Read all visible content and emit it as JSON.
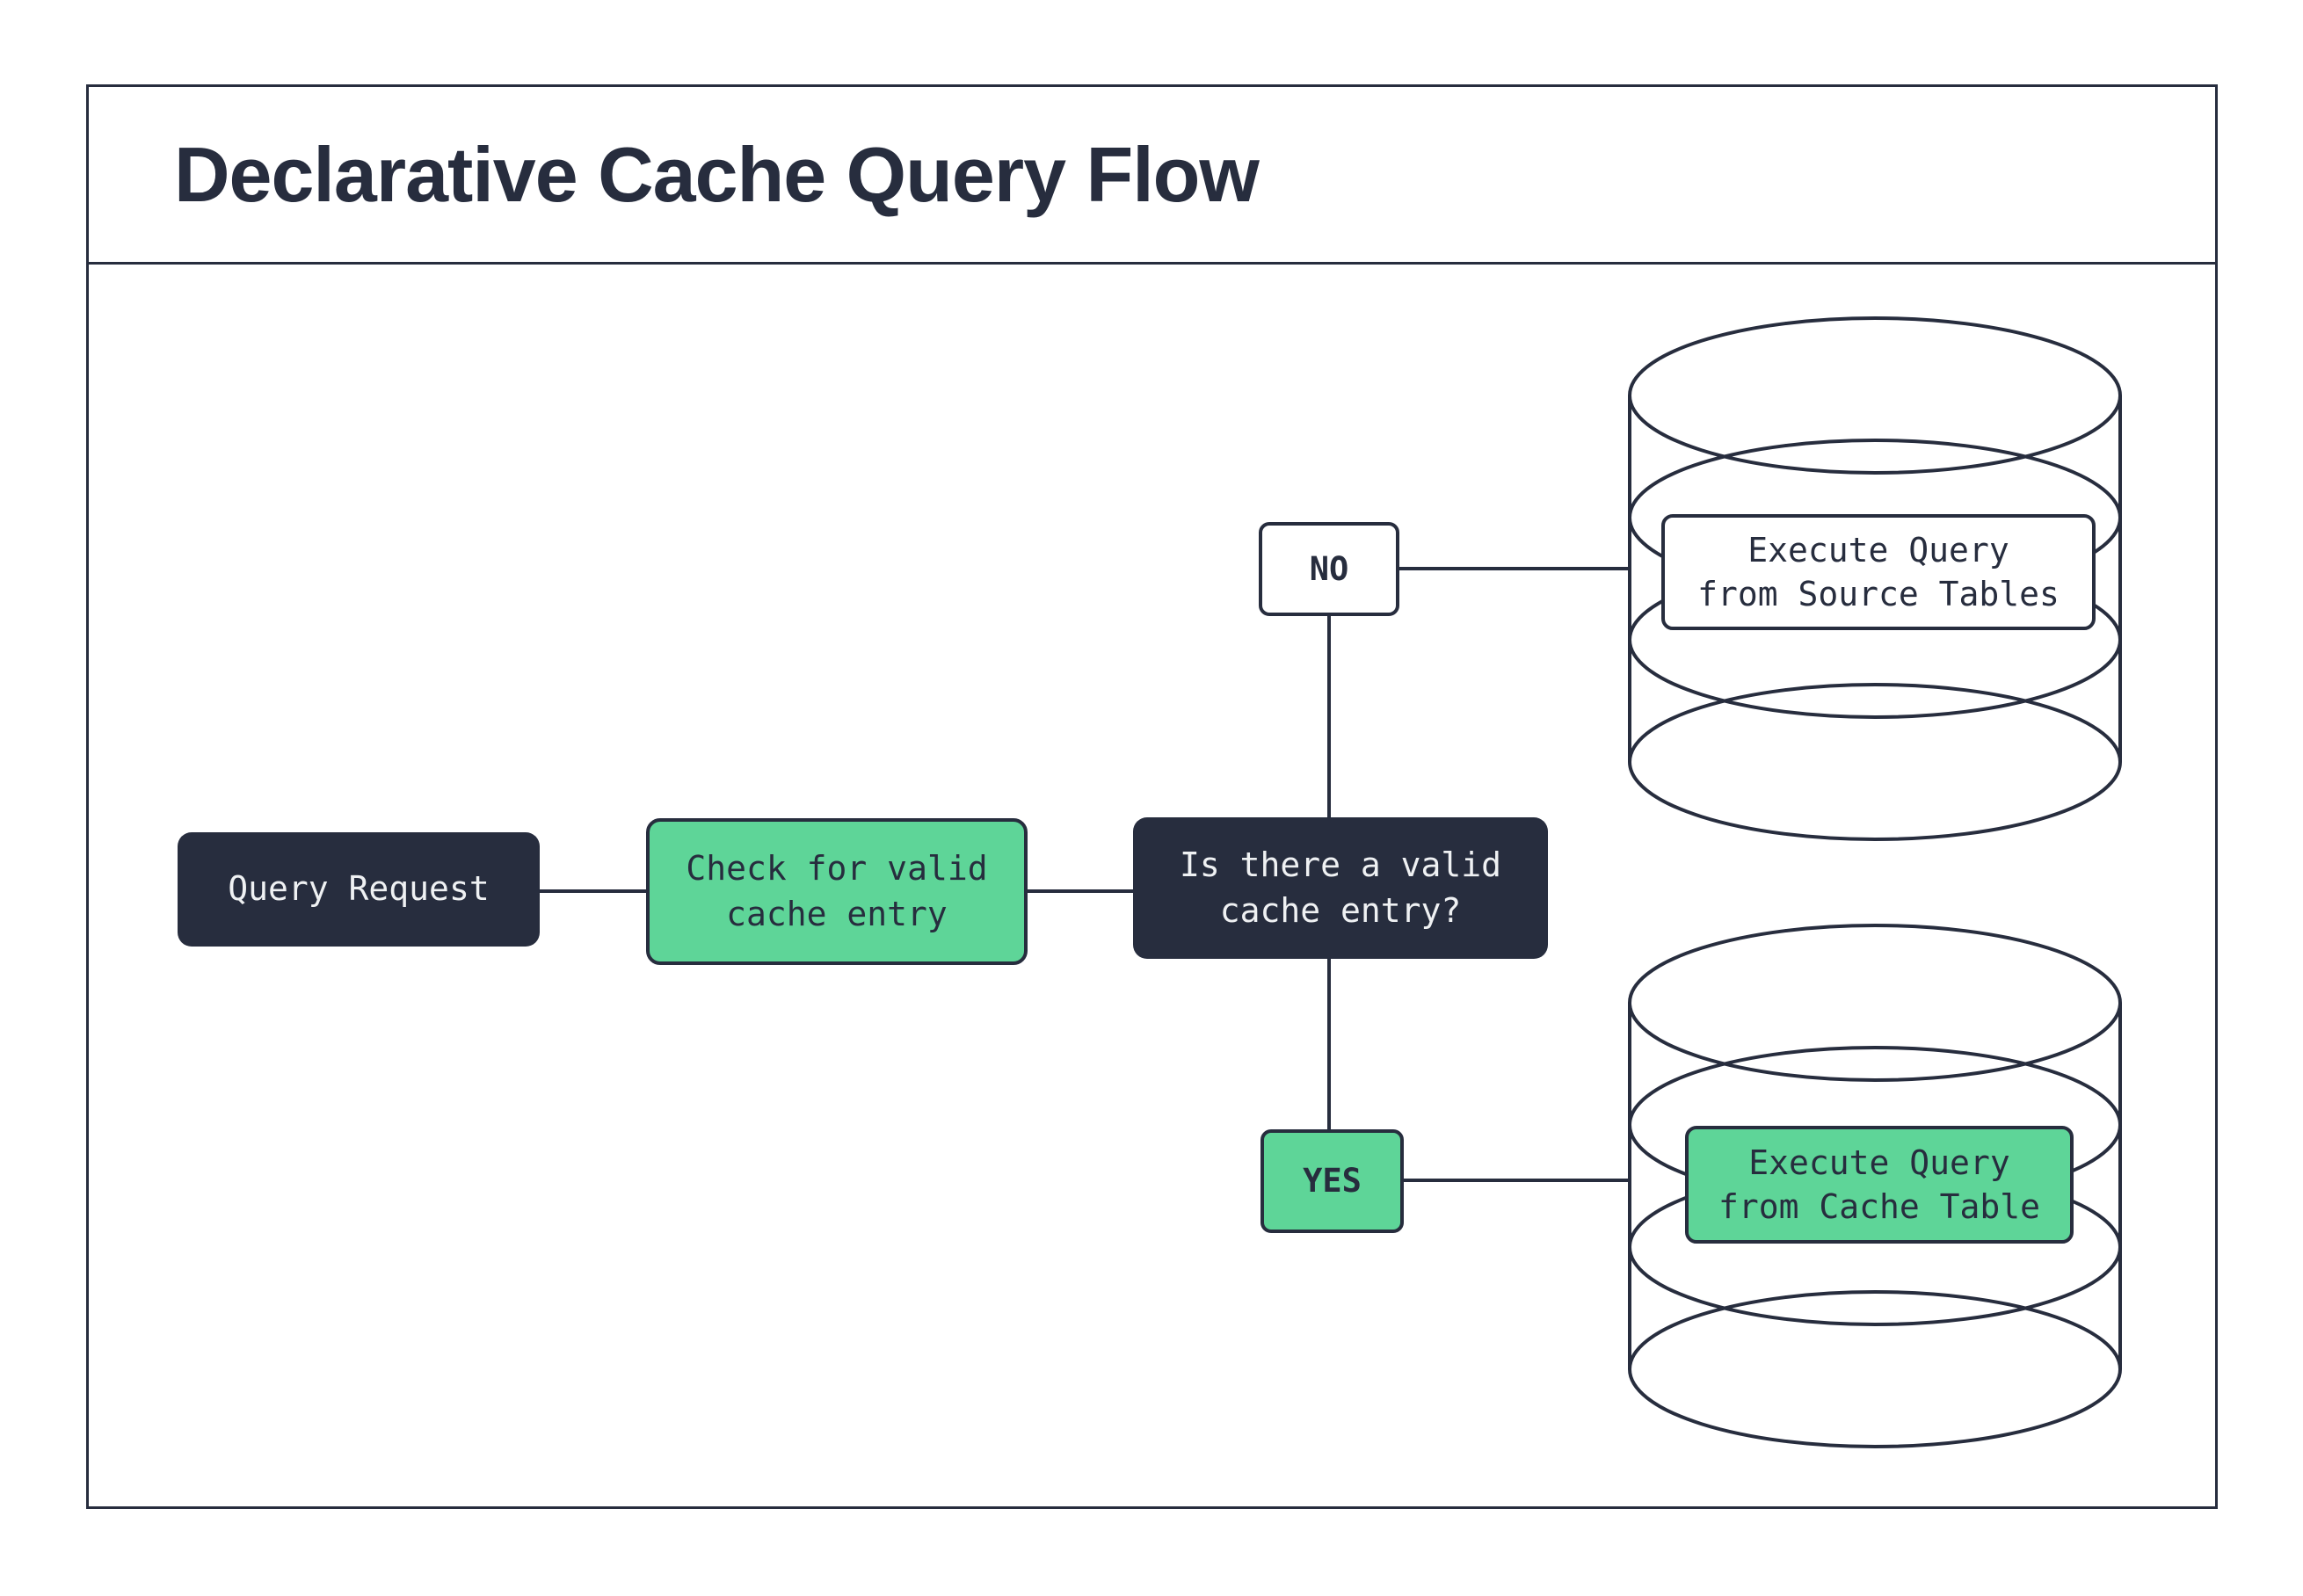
{
  "title": "Declarative Cache Query Flow",
  "theme": {
    "dark": "#272d3e",
    "green": "#5ed598",
    "light_text": "#eff1f3",
    "bg": "#ffffff"
  },
  "nodes": {
    "query_request": {
      "label": "Query Request"
    },
    "check_cache": {
      "label": "Check for valid\ncache entry"
    },
    "decision": {
      "label": "Is there a valid\ncache entry?"
    },
    "no_branch": {
      "label": "NO"
    },
    "yes_branch": {
      "label": "YES"
    },
    "source_db": {
      "icon": "database-cylinder",
      "label": "Execute Query\nfrom Source Tables"
    },
    "cache_db": {
      "icon": "database-cylinder",
      "label": "Execute Query\nfrom Cache Table"
    }
  }
}
